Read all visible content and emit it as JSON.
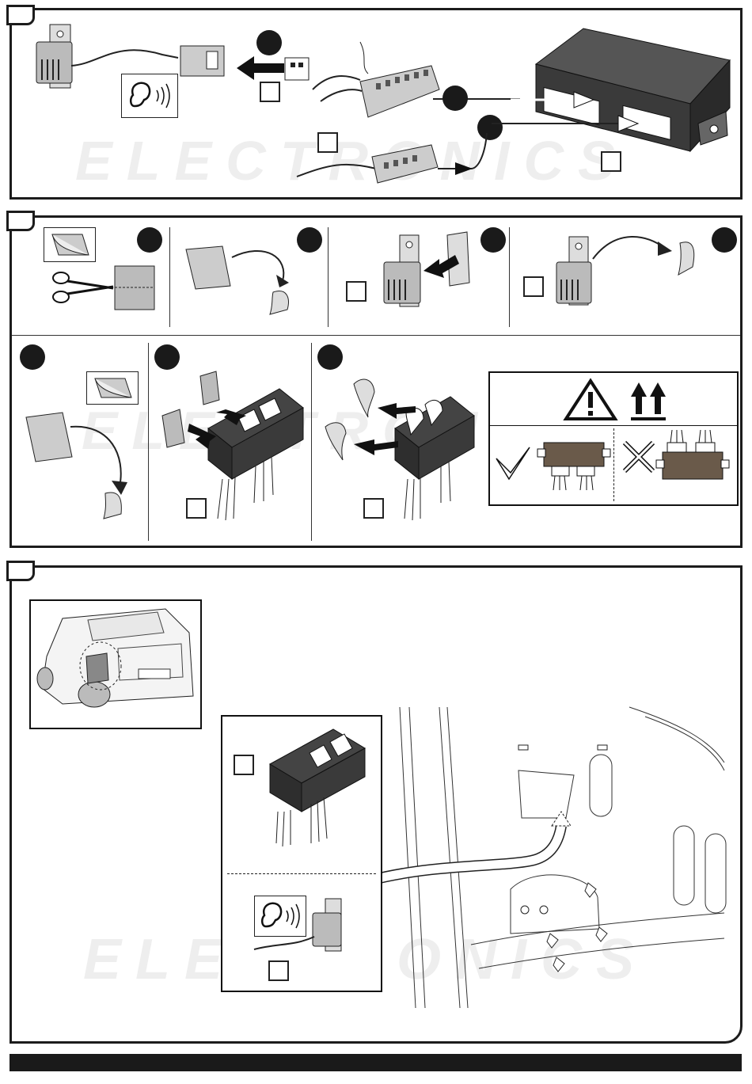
{
  "watermark": {
    "brand_text": "ELECTRONICS"
  },
  "sections": [
    {
      "id": "step-1",
      "label": ""
    },
    {
      "id": "step-2",
      "label": ""
    },
    {
      "id": "step-3",
      "label": ""
    }
  ],
  "colors": {
    "ink": "#1c1c1c",
    "module": "#3a3a3a",
    "watermark": "#eeeeee",
    "caution_box": "#6a5a4a"
  },
  "icons": [
    "ear-icon",
    "warning-triangle-icon",
    "this-side-up-icon",
    "check-icon",
    "cross-icon",
    "scissors-icon"
  ]
}
